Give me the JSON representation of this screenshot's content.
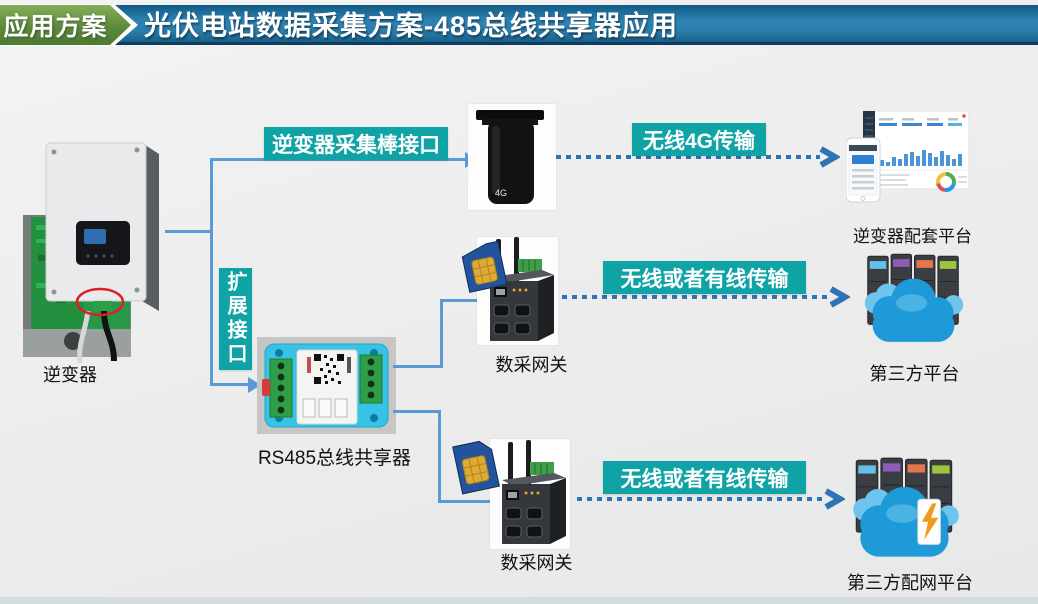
{
  "header": {
    "badge": "应用方案",
    "title": "光伏电站数据采集方案-485总线共享器应用"
  },
  "labels": {
    "collector_interface": "逆变器采集棒接口",
    "extension_interface": "扩展接口",
    "wireless_4g": "无线4G传输",
    "transmission_mid": "无线或者有线传输",
    "transmission_bottom": "无线或者有线传输"
  },
  "nodes": {
    "inverter": "逆变器",
    "rs485_sharer": "RS485总线共享器",
    "gateway_mid": "数采网关",
    "gateway_bottom": "数采网关",
    "platform_inverter": "逆变器配套平台",
    "platform_third_party": "第三方平台",
    "platform_third_party_grid": "第三方配网平台"
  },
  "device_texts": {
    "stick_logo": "4G"
  },
  "colors": {
    "banner_blue": "#2b7dab",
    "badge_green": "#5d8a3c",
    "teal_label": "#0fa3a6",
    "connector_blue": "#5b9bd5",
    "dotted_blue": "#2e74b5"
  }
}
